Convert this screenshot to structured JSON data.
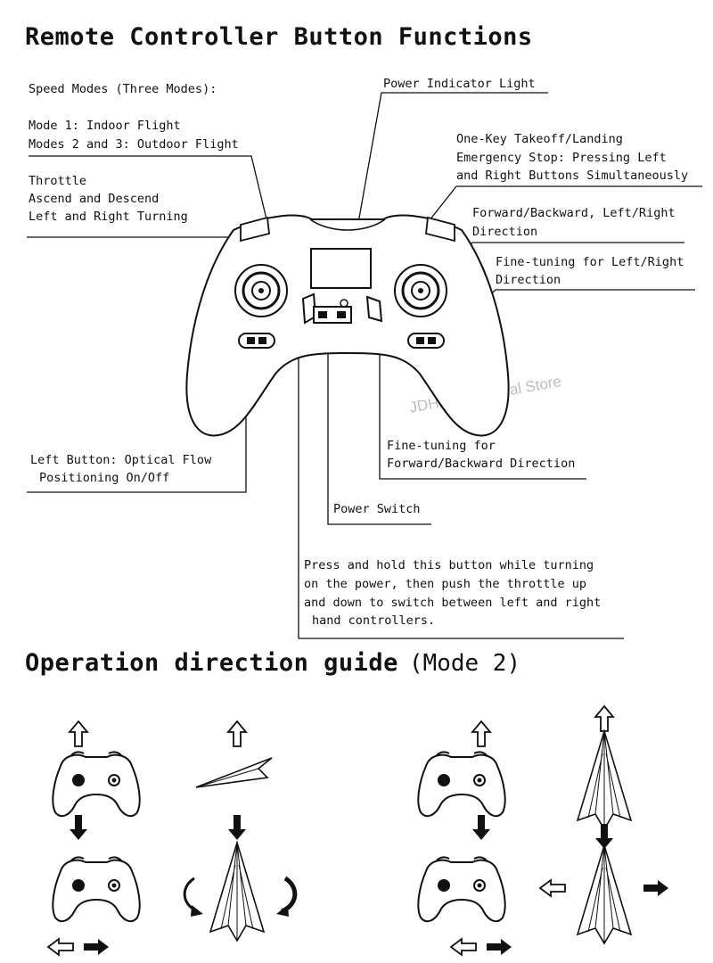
{
  "title": "Remote Controller Button Functions",
  "labels": {
    "speed_modes": "Speed Modes (Three Modes):",
    "mode1": "Mode 1: Indoor Flight",
    "mode23": "Modes 2 and 3: Outdoor Flight",
    "throttle_1": "Throttle",
    "throttle_2": "Ascend and Descend",
    "throttle_3": "Left and Right Turning",
    "power_light": "Power Indicator Light",
    "takeoff_1": "One-Key Takeoff/Landing",
    "takeoff_2": "Emergency Stop: Pressing Left",
    "takeoff_3": "and Right Buttons Simultaneously",
    "direction_1": "Forward/Backward, Left/Right",
    "direction_2": "Direction",
    "finetune_lr_1": "Fine-tuning for Left/Right",
    "finetune_lr_2": "Direction",
    "optical_1": "Left Button: Optical Flow",
    "optical_2": "Positioning On/Off",
    "finetune_fb_1": "Fine-tuning for",
    "finetune_fb_2": "Forward/Backward Direction",
    "power_switch": "Power Switch",
    "hold_1": "Press and hold this button while turning",
    "hold_2": "on the power, then push the throttle up",
    "hold_3": "and down to switch between left and right",
    "hold_4": "hand controllers."
  },
  "watermark": "JDHMBD Official Store",
  "guide": {
    "title": "Operation direction guide",
    "mode": "(Mode 2)"
  },
  "icons": {
    "controller": "gamepad-outline-icon",
    "arrow_up": "hollow-up-arrow-icon",
    "arrow_down": "solid-down-arrow-icon",
    "arrow_lr": "left-right-arrow-icon",
    "plane": "paper-plane-icon",
    "rotate": "curved-rotate-arrow-icon"
  }
}
